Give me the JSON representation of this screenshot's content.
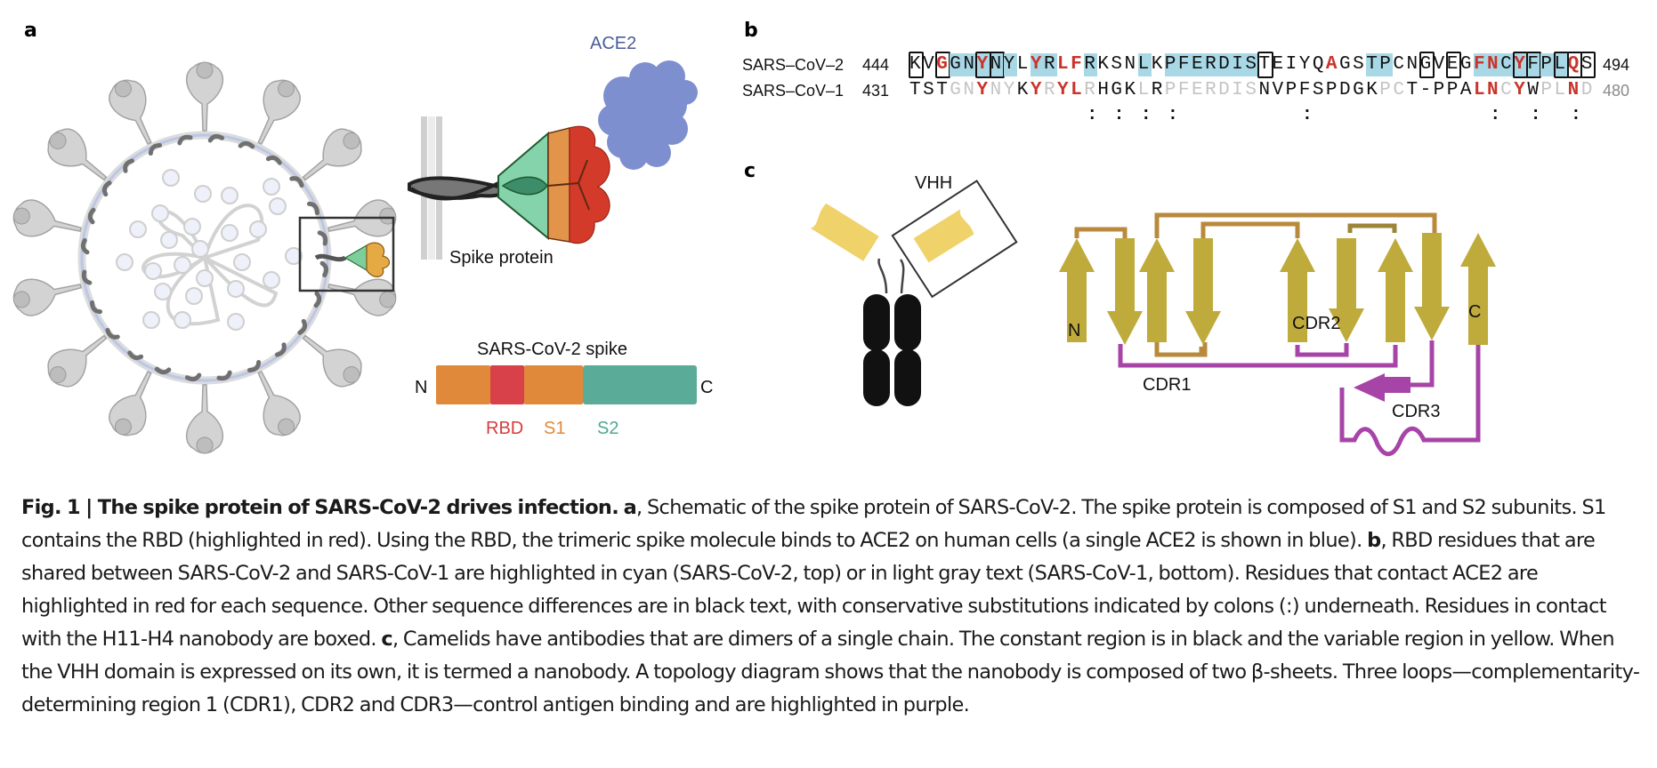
{
  "figure": {
    "panel_labels": {
      "a": "a",
      "b": "b",
      "c": "c"
    },
    "panel_a": {
      "ace2_label": "ACE2",
      "spike_label": "Spike protein",
      "domain_bar": {
        "title": "SARS-CoV-2 spike",
        "n_label": "N",
        "c_label": "C",
        "segments": [
          {
            "name": "S1",
            "color": "#e0893a"
          },
          {
            "name": "RBD",
            "color": "#d9414a"
          },
          {
            "name": "S1",
            "color": "#e0893a"
          },
          {
            "name": "S2",
            "color": "#5aab98"
          }
        ],
        "legend": [
          {
            "label": "RBD",
            "color": "#d63c3c"
          },
          {
            "label": "S1",
            "color": "#e08a3a"
          },
          {
            "label": "S2",
            "color": "#4fa896"
          }
        ]
      },
      "colors": {
        "ace2": "#7d8fcf",
        "rbd": "#d63b2a",
        "s1": "#e08c3c",
        "s2": "#7fd3a6",
        "virus_gray": "#c8c8c8"
      }
    },
    "panel_b": {
      "rows": [
        {
          "name": "SARS–CoV–2",
          "start": "444",
          "end": "494",
          "sequence": "KVGGNYNYLYRLFRKSNLKPFERDISTEIYQAGSTPCNGVEGFNCYFPLQS",
          "red": [
            2,
            5,
            9,
            11,
            12,
            31,
            42,
            43,
            45,
            49
          ],
          "cyan": [
            3,
            4,
            5,
            6,
            7,
            9,
            10,
            13,
            17,
            19,
            20,
            21,
            22,
            23,
            24,
            25,
            34,
            35,
            42,
            43,
            44,
            45,
            46,
            47,
            48
          ],
          "boxed": [
            0,
            2,
            5,
            6,
            26,
            38,
            40,
            45,
            46,
            48,
            49,
            50
          ]
        },
        {
          "name": "SARS–CoV–1",
          "start": "431",
          "end": "480",
          "sequence": "TSTGNYNYKYRYLRHGKLRPFERDISNVPFSPDGKPCT-PPALNCYWPLND",
          "red": [
            5,
            9,
            11,
            12,
            42,
            43,
            45,
            49
          ],
          "gray": [
            3,
            4,
            6,
            7,
            10,
            13,
            17,
            19,
            20,
            21,
            22,
            23,
            24,
            25,
            35,
            36,
            44,
            47,
            48,
            50
          ],
          "boxed": []
        }
      ],
      "colon_columns": [
        13,
        15,
        17,
        19,
        29,
        43,
        46,
        49
      ],
      "colon_char": ":"
    },
    "panel_c": {
      "vhh_label": "VHH",
      "labels": {
        "n": "N",
        "c": "C",
        "cdr1": "CDR1",
        "cdr2": "CDR2",
        "cdr3": "CDR3"
      },
      "colors": {
        "strand": "#bfaa3c",
        "connector": "#b98a3c",
        "cdr": "#a744a7",
        "variable": "#efd26a",
        "constant": "#111111"
      }
    },
    "caption": {
      "title": "Fig. 1 | The spike protein of SARS-CoV-2 drives infection.",
      "a_label": "a",
      "a_text": ", Schematic of the spike protein of SARS-CoV-2. The spike protein is composed of S1 and S2 subunits. S1 contains the RBD (highlighted in red). Using the RBD, the trimeric spike molecule binds to ACE2 on human cells (a single ACE2 is shown in blue). ",
      "b_label": "b",
      "b_text": ", RBD residues that are shared between SARS-CoV-2 and SARS-CoV-1 are highlighted in cyan (SARS-CoV-2, top) or in light gray text (SARS-CoV-1, bottom). Residues that contact ACE2 are highlighted in red for each sequence. Other sequence differences are in black text, with conservative substitutions indicated by colons (:) underneath. Residues in contact with the H11-H4 nanobody are boxed. ",
      "c_label": "c",
      "c_text": ", Camelids have antibodies that are dimers of a single chain. The constant region is in black and the variable region in yellow. When the VHH domain is expressed on its own, it is termed a nanobody. A topology diagram shows that the nanobody is composed of two β-sheets. Three loops—complementarity-determining region 1 (CDR1), CDR2 and CDR3—control antigen binding and are highlighted in purple."
    }
  }
}
